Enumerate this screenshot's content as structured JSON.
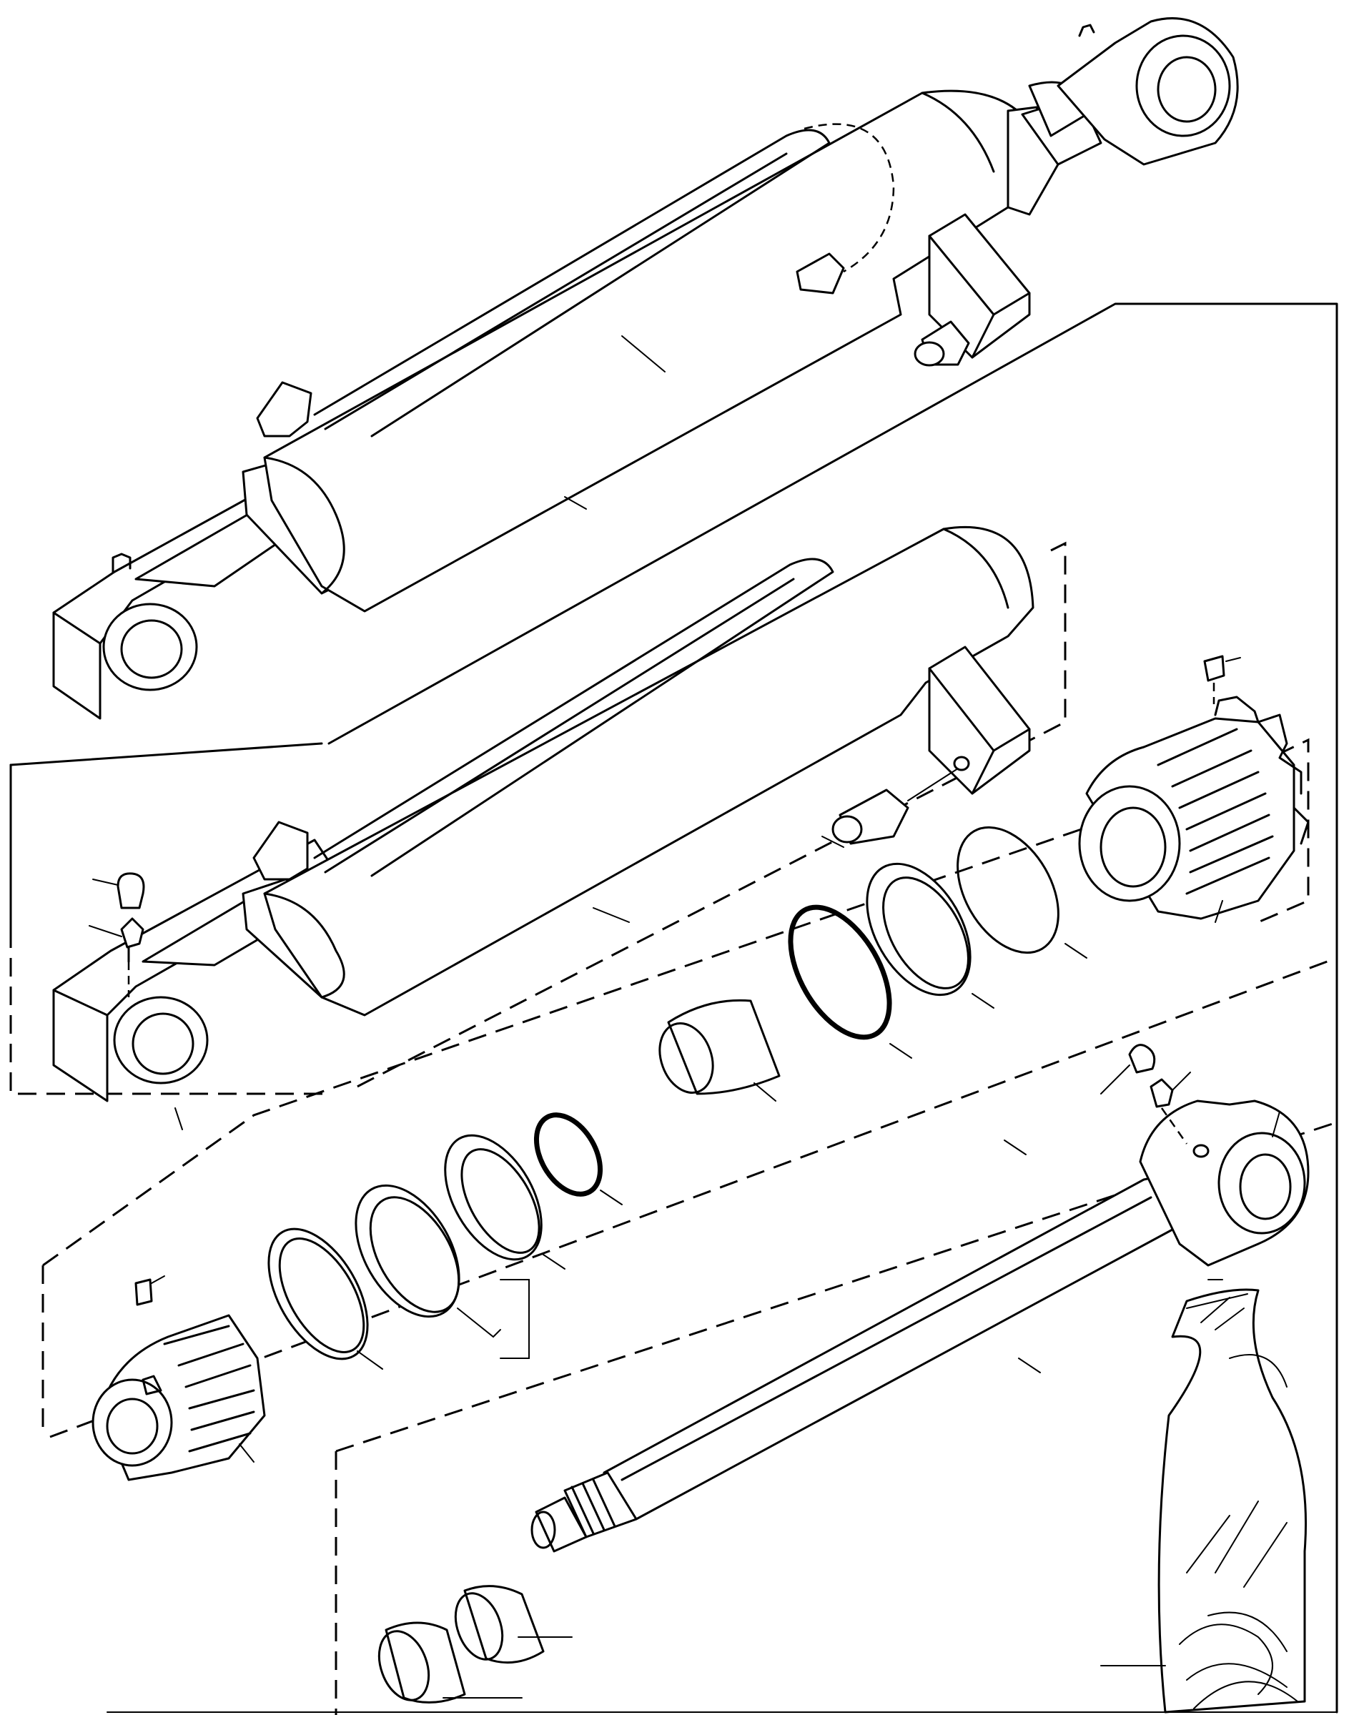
{
  "diagram": {
    "parts": [
      "assembled-cylinder",
      "cylinder-tube",
      "fitting-elbow",
      "dust-cap",
      "grease-fitting",
      "gland",
      "o-ring",
      "backup-ring",
      "rod-seal",
      "wiper",
      "spacer",
      "piston",
      "piston-seal",
      "wear-ring",
      "lock-screw",
      "rod",
      "seal-kit-bag"
    ],
    "line_color": "#000000",
    "background_color": "#ffffff"
  }
}
